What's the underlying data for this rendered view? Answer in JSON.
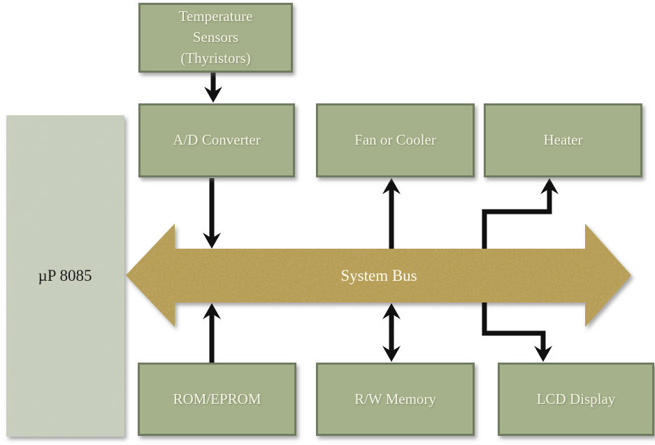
{
  "diagram": {
    "type": "block-diagram",
    "processor": {
      "label": "µP 8085"
    },
    "bus": {
      "label": "System Bus"
    },
    "nodes": [
      {
        "id": "temp-sensors",
        "label": "Temperature Sensors (Thyristors)"
      },
      {
        "id": "adc",
        "label": "A/D Converter"
      },
      {
        "id": "fan",
        "label": "Fan or Cooler"
      },
      {
        "id": "heater",
        "label": "Heater"
      },
      {
        "id": "rom",
        "label": "ROM/EPROM"
      },
      {
        "id": "rw-memory",
        "label": "R/W Memory"
      },
      {
        "id": "lcd",
        "label": "LCD Display"
      }
    ],
    "connections": [
      {
        "from": "temp-sensors",
        "to": "adc",
        "style": "arrow"
      },
      {
        "from": "adc",
        "to": "system-bus",
        "style": "arrow"
      },
      {
        "from": "system-bus",
        "to": "fan",
        "style": "arrow"
      },
      {
        "from": "rom",
        "to": "system-bus",
        "style": "arrow"
      },
      {
        "from": "rw-memory",
        "to": "system-bus",
        "style": "double-arrow"
      },
      {
        "from": "system-bus",
        "to": "heater",
        "style": "elbow-arrow"
      },
      {
        "from": "system-bus",
        "to": "lcd",
        "style": "elbow-arrow"
      }
    ],
    "colors": {
      "node_fill": "#a5b18b",
      "node_border": "#707c61",
      "node_text": "#f5f3e6",
      "bus_fill": "#b3984d",
      "bus_text": "#fdfbf0",
      "processor_fill": "#c9cfbd",
      "processor_text": "#1c1c1c",
      "connector": "#111111",
      "background": "#ffffff"
    }
  }
}
